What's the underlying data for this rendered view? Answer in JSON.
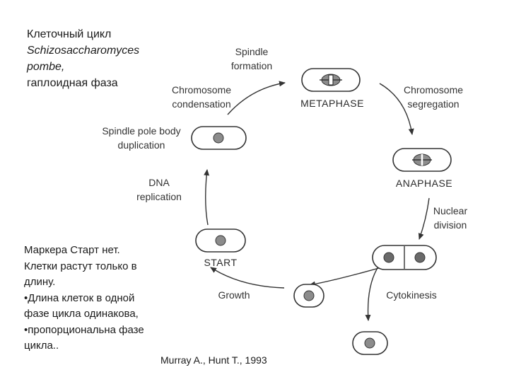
{
  "title": {
    "line1": "Клеточный цикл",
    "line2": "Schizosaccharomyces",
    "line3": "pombe,",
    "line4": "гаплоидная фаза"
  },
  "note": {
    "lines": [
      "Маркера Старт нет.",
      "Клетки растут только в",
      "длину.",
      "•Длина клеток в одной",
      "фазе цикла одинакова,",
      "•пропорциональна фазе",
      "цикла.."
    ]
  },
  "citation": "Murray A., Hunt T., 1993",
  "stages": {
    "metaphase": "METAPHASE",
    "anaphase": "ANAPHASE",
    "start": "START"
  },
  "transitions": {
    "spindle_formation": [
      "Spindle",
      "formation"
    ],
    "chromosome_condensation": [
      "Chromosome",
      "condensation"
    ],
    "chromosome_segregation": [
      "Chromosome",
      "segregation"
    ],
    "spindle_pole_body_duplication": [
      "Spindle pole body",
      "duplication"
    ],
    "dna_replication": [
      "DNA",
      "replication"
    ],
    "nuclear_division": [
      "Nuclear",
      "division"
    ],
    "cytokinesis": "Cytokinesis",
    "growth": "Growth"
  },
  "colors": {
    "line": "#333333",
    "nucleus": "#8c8c8c"
  }
}
